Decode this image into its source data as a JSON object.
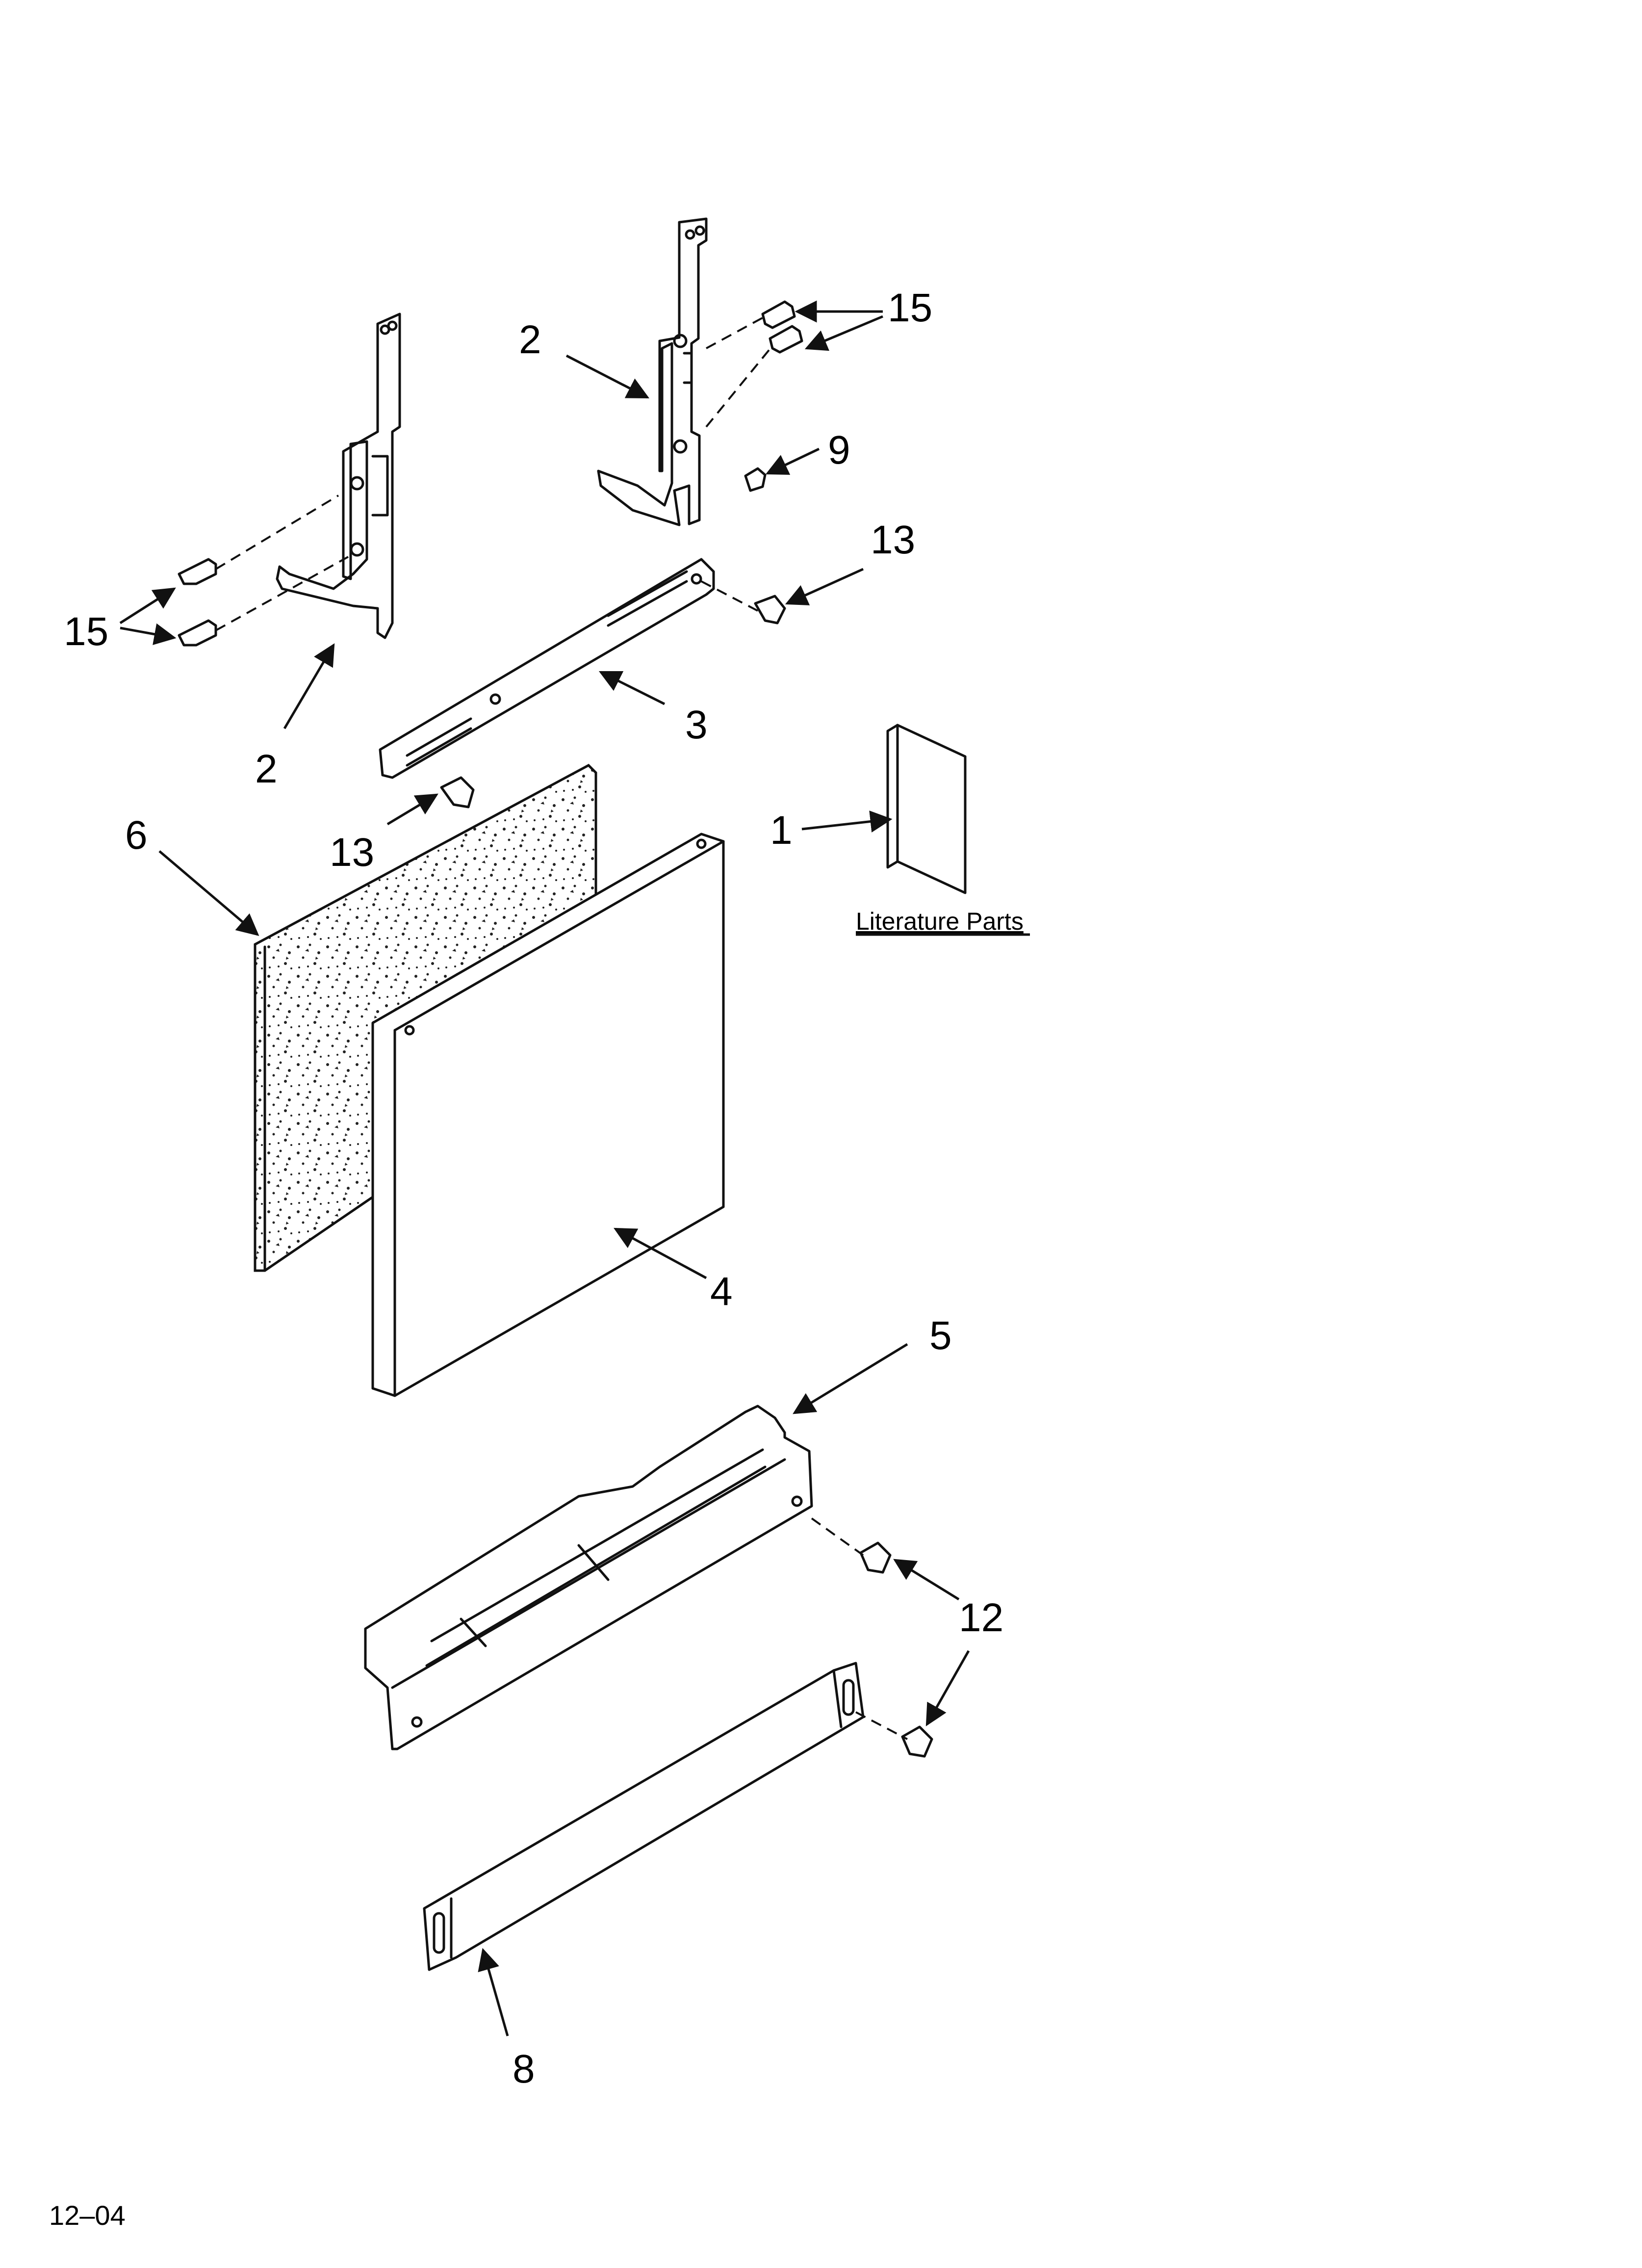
{
  "callouts": {
    "c15_upper": "15",
    "c2_upper": "2",
    "c9": "9",
    "c13_right": "13",
    "c15_left": "15",
    "c2_left": "2",
    "c3": "3",
    "c1": "1",
    "c13_left": "13",
    "c6": "6",
    "c4": "4",
    "c5": "5",
    "c12": "12",
    "c8": "8"
  },
  "literature_label": "Literature Parts",
  "footer_code": "12–04",
  "colors": {
    "line": "#111111",
    "background": "#ffffff"
  }
}
